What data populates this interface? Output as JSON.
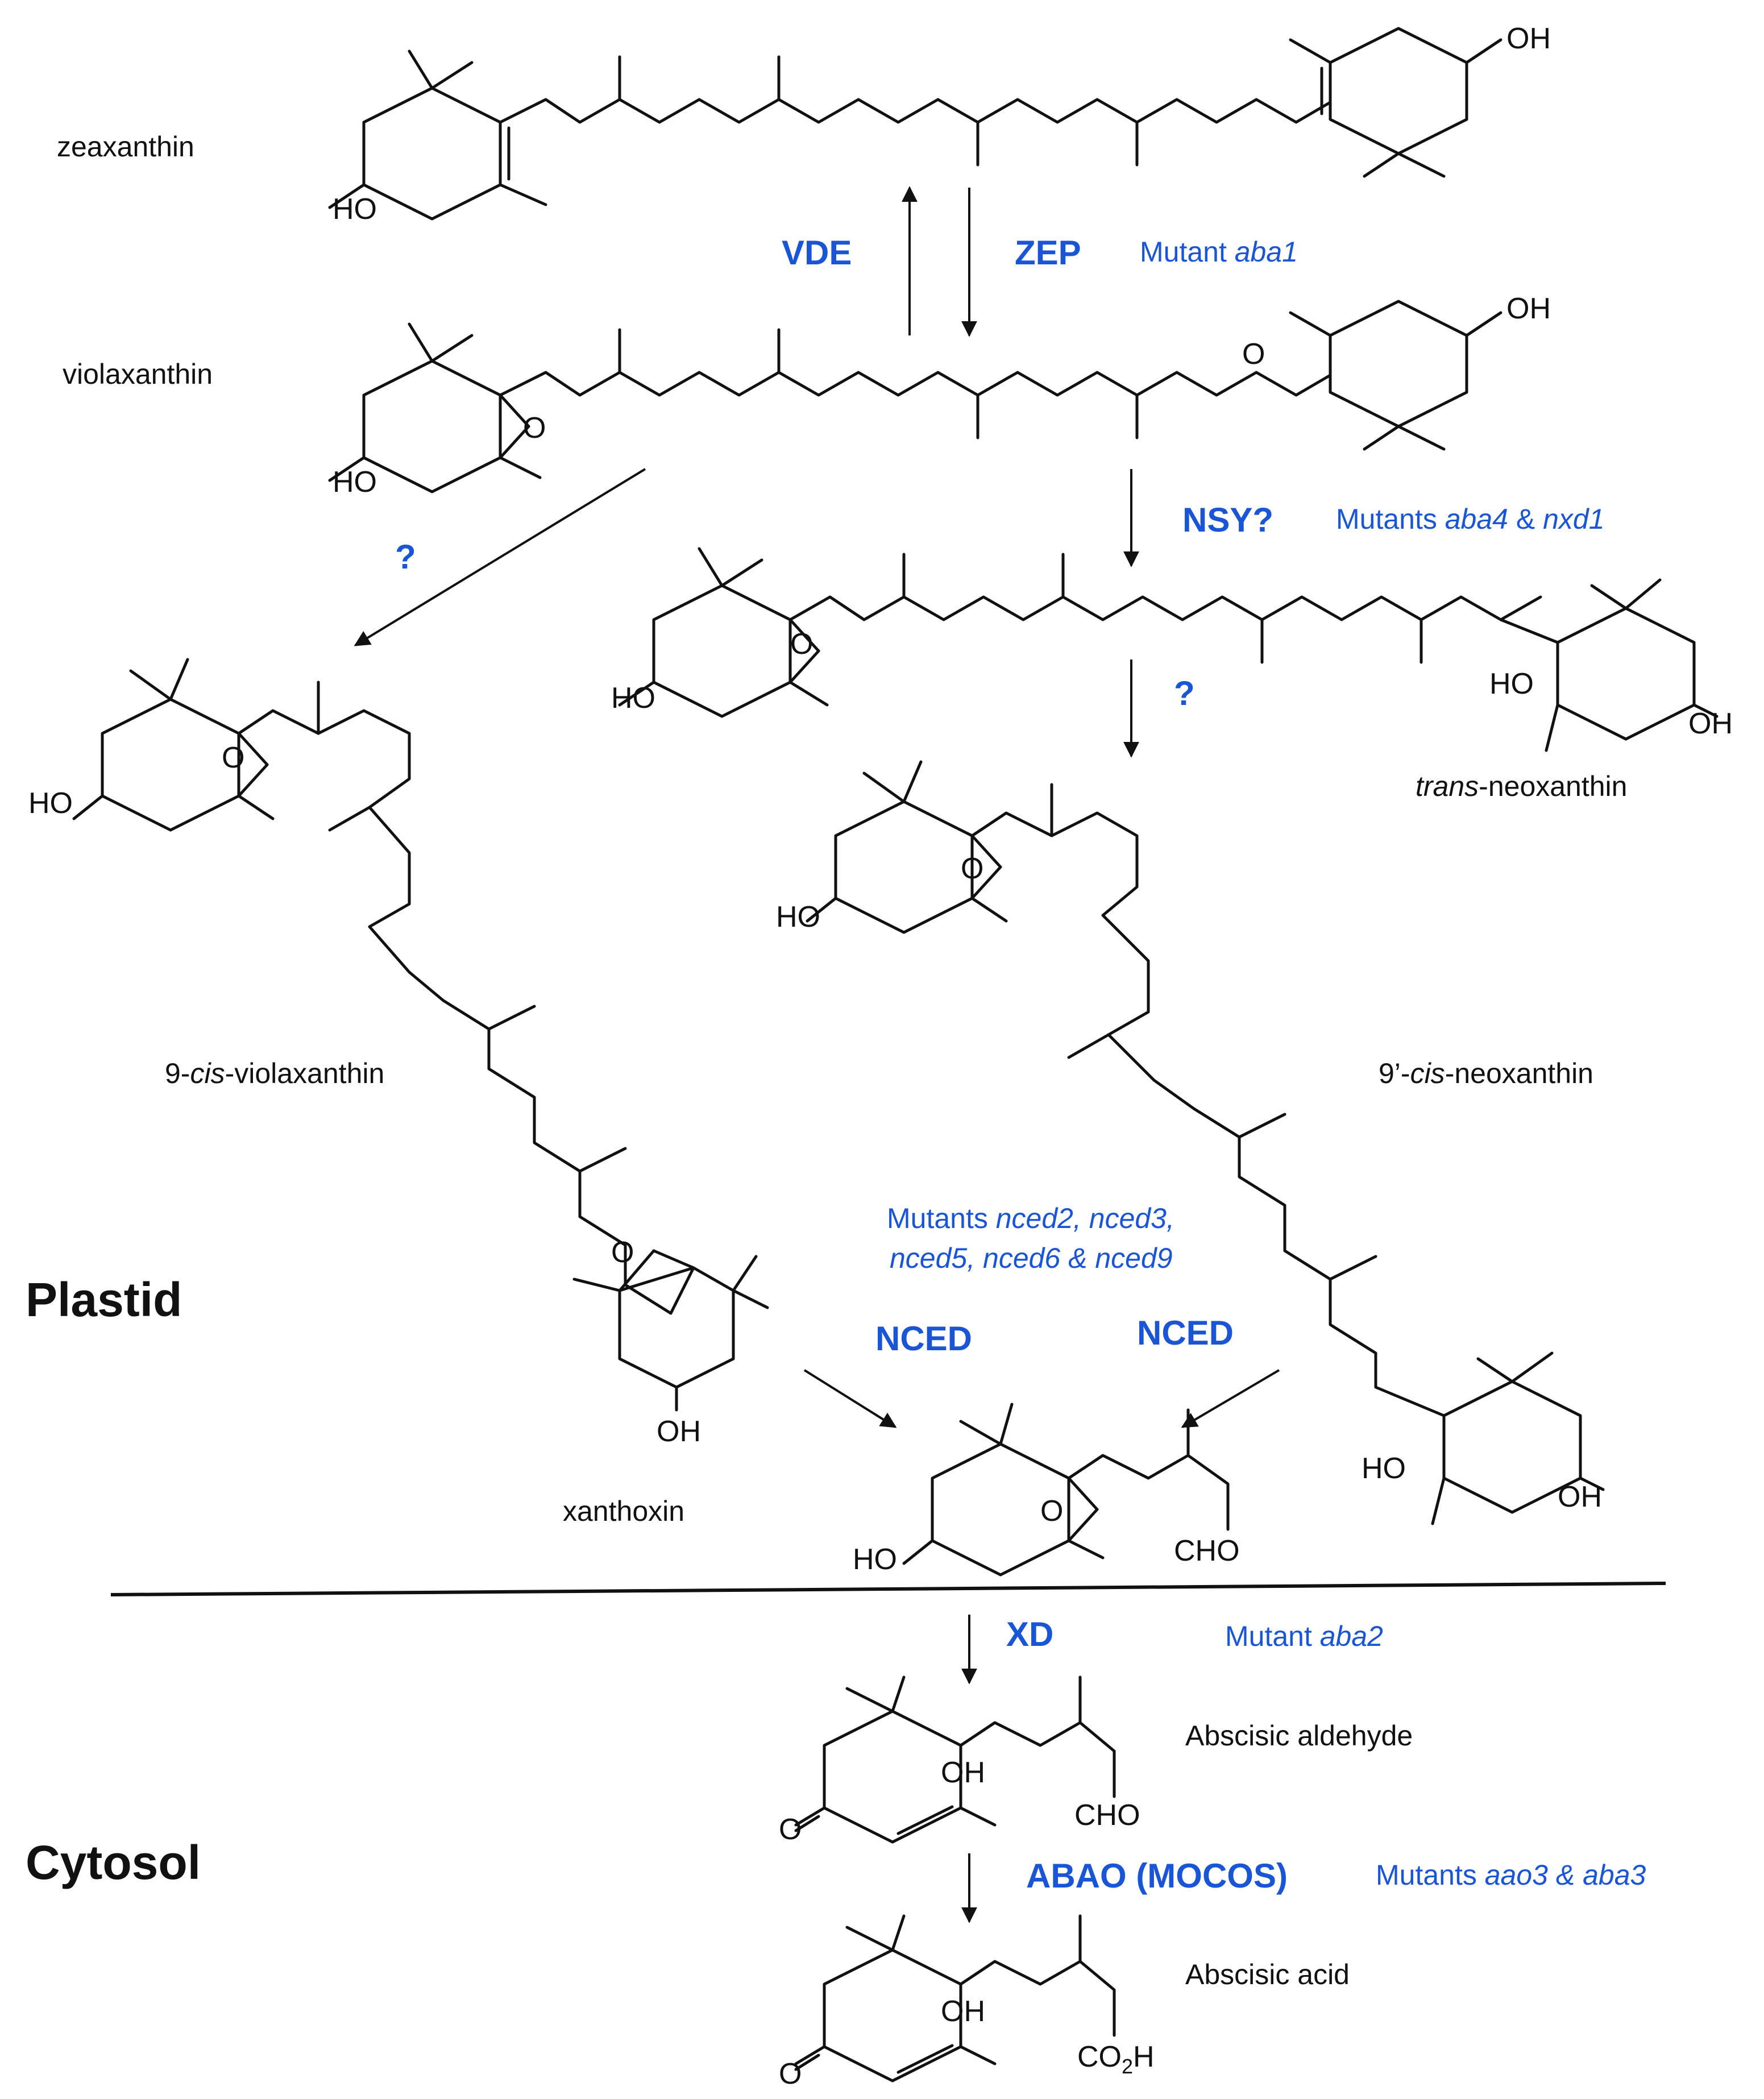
{
  "compounds": {
    "zeaxanthin": "zeaxanthin",
    "violaxanthin": "violaxanthin",
    "trans_neoxanthin_prefix": "trans",
    "trans_neoxanthin_suffix": "-neoxanthin",
    "cis9_violaxanthin_prefix": "9-",
    "cis9_violaxanthin_italic": "cis",
    "cis9_violaxanthin_suffix": "-violaxanthin",
    "cis9p_neoxanthin_prefix": "9’-",
    "cis9p_neoxanthin_italic": "cis",
    "cis9p_neoxanthin_suffix": "-neoxanthin",
    "xanthoxin": "xanthoxin",
    "abscisic_aldehyde": "Abscisic aldehyde",
    "abscisic_acid": "Abscisic acid"
  },
  "enzymes": {
    "vde": "VDE",
    "zep": "ZEP",
    "nsy": "NSY?",
    "unknown_1": "?",
    "unknown_2": "?",
    "nced_left": "NCED",
    "nced_right": "NCED",
    "xd": "XD",
    "abao": "ABAO (MOCOS)"
  },
  "mutants": {
    "aba1_prefix": "Mutant ",
    "aba1_gene": "aba1",
    "aba4_prefix": "Mutants ",
    "aba4_gene1": "aba4",
    "aba4_amp": " & ",
    "aba4_gene2": "nxd1",
    "nced_prefix": "Mutants ",
    "nced_line1_genes": "nced2, nced3,",
    "nced_line2_genes": "nced5, nced6 & nced9",
    "aba2_prefix": "Mutant ",
    "aba2_gene": "aba2",
    "aao3_prefix": "Mutants ",
    "aao3_genes": "aao3 & aba3"
  },
  "compartments": {
    "plastid": "Plastid",
    "cytosol": "Cytosol"
  },
  "atoms": {
    "oh": "OH",
    "ho": "HO",
    "o": "O",
    "cho": "CHO",
    "co2h_main": "CO",
    "co2h_sub": "2",
    "co2h_end": "H"
  },
  "colors": {
    "enzyme_blue": "#1a55d6",
    "text": "#111111"
  }
}
